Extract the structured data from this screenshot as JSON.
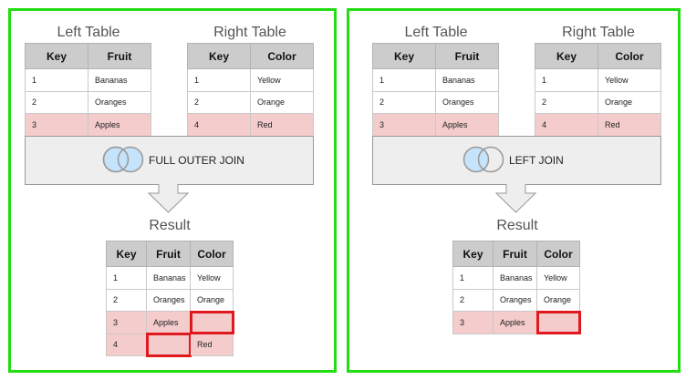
{
  "panels": [
    {
      "id": "full-outer-join",
      "left_table": {
        "title": "Left Table",
        "headers": [
          "Key",
          "Fruit"
        ],
        "rows": [
          {
            "cells": [
              "1",
              "Bananas"
            ],
            "highlight": false
          },
          {
            "cells": [
              "2",
              "Oranges"
            ],
            "highlight": false
          },
          {
            "cells": [
              "3",
              "Apples"
            ],
            "highlight": true
          }
        ]
      },
      "right_table": {
        "title": "Right Table",
        "headers": [
          "Key",
          "Color"
        ],
        "rows": [
          {
            "cells": [
              "1",
              "Yellow"
            ],
            "highlight": false
          },
          {
            "cells": [
              "2",
              "Orange"
            ],
            "highlight": false
          },
          {
            "cells": [
              "4",
              "Red"
            ],
            "highlight": true
          }
        ]
      },
      "join": {
        "label": "FULL OUTER JOIN",
        "icon": "venn-full-outer-icon",
        "left_circle_fill": "#c5e3fa",
        "right_circle_fill": "#c5e3fa"
      },
      "result": {
        "title": "Result",
        "headers": [
          "Key",
          "Fruit",
          "Color"
        ],
        "rows": [
          {
            "cells": [
              "1",
              "Bananas",
              "Yellow"
            ],
            "highlight": false,
            "missing": []
          },
          {
            "cells": [
              "2",
              "Oranges",
              "Orange"
            ],
            "highlight": false,
            "missing": []
          },
          {
            "cells": [
              "3",
              "Apples",
              ""
            ],
            "highlight": true,
            "missing": [
              2
            ]
          },
          {
            "cells": [
              "4",
              "",
              "Red"
            ],
            "highlight": true,
            "missing": [
              1
            ]
          }
        ]
      }
    },
    {
      "id": "left-join",
      "left_table": {
        "title": "Left Table",
        "headers": [
          "Key",
          "Fruit"
        ],
        "rows": [
          {
            "cells": [
              "1",
              "Bananas"
            ],
            "highlight": false
          },
          {
            "cells": [
              "2",
              "Oranges"
            ],
            "highlight": false
          },
          {
            "cells": [
              "3",
              "Apples"
            ],
            "highlight": true
          }
        ]
      },
      "right_table": {
        "title": "Right Table",
        "headers": [
          "Key",
          "Color"
        ],
        "rows": [
          {
            "cells": [
              "1",
              "Yellow"
            ],
            "highlight": false
          },
          {
            "cells": [
              "2",
              "Orange"
            ],
            "highlight": false
          },
          {
            "cells": [
              "4",
              "Red"
            ],
            "highlight": true
          }
        ]
      },
      "join": {
        "label": "LEFT JOIN",
        "icon": "venn-left-join-icon",
        "left_circle_fill": "#c5e3fa",
        "right_circle_fill": "#eeeeee"
      },
      "result": {
        "title": "Result",
        "headers": [
          "Key",
          "Fruit",
          "Color"
        ],
        "rows": [
          {
            "cells": [
              "1",
              "Bananas",
              "Yellow"
            ],
            "highlight": false,
            "missing": []
          },
          {
            "cells": [
              "2",
              "Oranges",
              "Orange"
            ],
            "highlight": false,
            "missing": []
          },
          {
            "cells": [
              "3",
              "Apples",
              ""
            ],
            "highlight": true,
            "missing": [
              2
            ]
          }
        ]
      }
    }
  ],
  "colors": {
    "panel_border": "#22dd11",
    "header_bg": "#cccccc",
    "highlight_row": "#f4cccc",
    "missing_outline": "#e0191f",
    "venn_fill": "#c5e3fa",
    "join_box_bg": "#eeeeee"
  }
}
